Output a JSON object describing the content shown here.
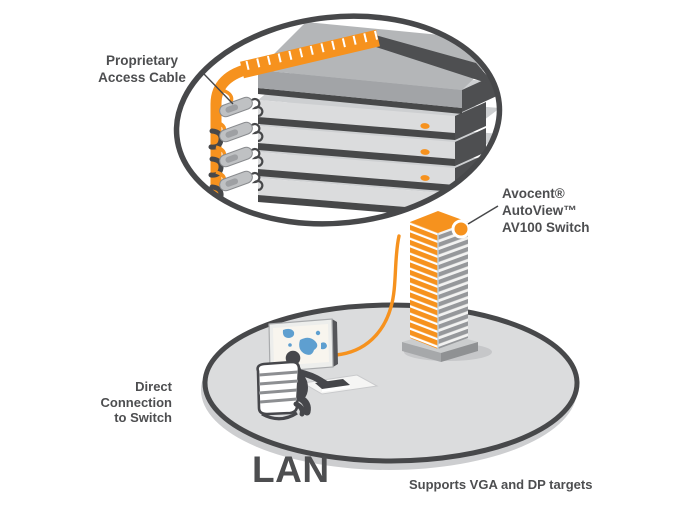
{
  "labels": {
    "proprietary_cable": {
      "lines": [
        "Proprietary",
        "Access Cable"
      ]
    },
    "switch": {
      "lines": [
        "Avocent®",
        "AutoView™",
        "AV100 Switch"
      ]
    },
    "direct_connection": {
      "lines": [
        "Direct",
        "Connection",
        "to Switch"
      ]
    },
    "lan": "LAN",
    "supports": "Supports VGA and DP targets"
  },
  "colors": {
    "brand_orange": "#F6921E",
    "outline_dark": "#47484A",
    "text_gray": "#4D4E50"
  },
  "illustration_parts": [
    "access-cable-closeup-ellipse",
    "server-stack",
    "proprietary-access-cables",
    "cable-clips",
    "av100-switch-tower",
    "switch-marker-dot",
    "operator-workstation",
    "monitor-with-map",
    "office-chair",
    "operator-silhouette",
    "keyboard",
    "orange-connection-cable",
    "lan-floor-ellipse"
  ]
}
